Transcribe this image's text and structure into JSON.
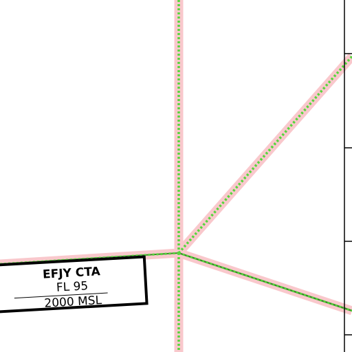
{
  "airspace_label": {
    "name": "EFJY CTA",
    "upper_limit": "FL 95",
    "lower_limit": "2000 MSL"
  },
  "colors": {
    "boundary_halo": "#f9c8cc",
    "route_line": "#56d63c",
    "scale_line": "#000000",
    "background": "#ffffff"
  }
}
